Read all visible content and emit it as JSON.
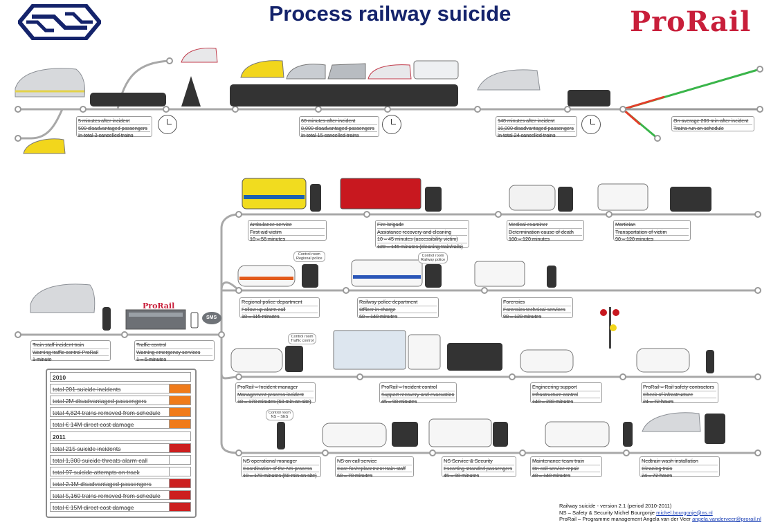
{
  "title": "Process railway suicide",
  "prorail_logo": "ProRail",
  "prorail_building_label": "ProRail",
  "sms_label": "SMS",
  "timeline": [
    {
      "lines": [
        "5 minutes after incident",
        "500 disadvantaged passengers",
        "In total 3 cancelled trains"
      ]
    },
    {
      "lines": [
        "60 minutes after incident",
        "8,000 disadvantaged passengers",
        "In total 15 cancelled trains"
      ]
    },
    {
      "lines": [
        "140 minutes after incident",
        "16,000 disadvantaged passengers",
        "In total 24 cancelled trains"
      ]
    },
    {
      "lines": [
        "On average 200 min after incident",
        "Trains run on schedule"
      ]
    }
  ],
  "start": [
    {
      "lines": [
        "Train staff incident train",
        "Warning traffic control ProRail",
        "1 minute"
      ]
    },
    {
      "lines": [
        "Traffic control",
        "Warning emergency services",
        "1 – 5 minutes"
      ]
    }
  ],
  "services": [
    {
      "lines": [
        "Ambulance service",
        "First aid victim",
        "10 – 56 minutes"
      ]
    },
    {
      "lines": [
        "Fire brigade",
        "Assistance recovery and cleaning",
        "10 – 45 minutes (accessibility victim)",
        "120 – 145 minutes (cleaning train/rails)"
      ]
    },
    {
      "lines": [
        "Medical examiner",
        "Determination cause of death",
        "100 – 120 minutes"
      ]
    },
    {
      "lines": [
        "Mortician",
        "Transportation of victim",
        "90 – 120 minutes"
      ]
    },
    {
      "lines": [
        "Regional police department",
        "Follow up alarm call",
        "10 – 115 minutes"
      ]
    },
    {
      "lines": [
        "Railway police department",
        "Officer in charge",
        "60 – 140 minutes"
      ]
    },
    {
      "lines": [
        "Forensics",
        "Forensics technical services",
        "90 – 120 minutes"
      ]
    },
    {
      "lines": [
        "ProRail – Incident manager",
        "Management process incident",
        "10 – 170 minutes (60 min on site)"
      ]
    },
    {
      "lines": [
        "ProRail – Incident control",
        "Support recovery and evacuation",
        "45 – 90 minutes"
      ]
    },
    {
      "lines": [
        "Engineering support",
        "Infrastructure control",
        "140 – 200 minutes"
      ]
    },
    {
      "lines": [
        "ProRail – Rail safety contractors",
        "Check of infrastructure",
        "24 – 72 hours"
      ]
    },
    {
      "lines": [
        "NS operational manager",
        "Coordination of the NS process",
        "10 – 170 minutes (60 min on site)"
      ]
    },
    {
      "lines": [
        "NS on call service",
        "Care for/replacement train staff",
        "60 – 70 minutes"
      ]
    },
    {
      "lines": [
        "NS Service & Security",
        "Escorting stranded passengers",
        "45 – 90 minutes"
      ]
    },
    {
      "lines": [
        "Maintenance team train",
        "On call service repair",
        "40 – 140 minutes"
      ]
    },
    {
      "lines": [
        "Nedtrain wash installation",
        "Cleaning train",
        "24 – 72 hours"
      ]
    }
  ],
  "control_rooms": [
    {
      "lines": [
        "Control room",
        "Regional police"
      ]
    },
    {
      "lines": [
        "Control room",
        "Railway police"
      ]
    },
    {
      "lines": [
        "Control room",
        "Traffic control"
      ]
    },
    {
      "lines": [
        "Control room",
        "NS – SES"
      ]
    }
  ],
  "stats": {
    "year_2010": "2010",
    "rows_2010": [
      {
        "text": "total 201 suicide incidents",
        "color": "#f07b1a"
      },
      {
        "text": "total 2M disadvantaged passengers",
        "color": "#f07b1a"
      },
      {
        "text": "total 4,824 trains removed from schedule",
        "color": "#f07b1a"
      },
      {
        "text": "total € 14M direct cost damage",
        "color": "#f07b1a"
      }
    ],
    "year_2011": "2011",
    "rows_2011": [
      {
        "text": "total 215 suicide incidents",
        "color": "#cc1f1f"
      },
      {
        "text": "total 1,300 suicide threats alarm call",
        "color": "#ffffff"
      },
      {
        "text": "total 97 suicide attempts on track",
        "color": "#ffffff"
      },
      {
        "text": "total 2.1M disadvantaged passengers",
        "color": "#cc1f1f"
      },
      {
        "text": "total 5,160 trains removed from schedule",
        "color": "#cc1f1f"
      },
      {
        "text": "total € 15M direct cost damage",
        "color": "#cc1f1f"
      }
    ]
  },
  "footer": {
    "line1": "Railway suicide - version 2.1 (period 2010-2011)",
    "line2": "NS – Safety & Security Michel Bourgonje ",
    "email1": "michel.bourgonje@ns.nl",
    "line3": "ProRail – Programme management Angela van der Veer ",
    "email2": "angela.vanderveer@prorail.nl"
  },
  "colors": {
    "title": "#14236b",
    "prorail_red": "#c81e3a",
    "rail": "#a8a8a8",
    "ns_blue": "#14236b"
  }
}
